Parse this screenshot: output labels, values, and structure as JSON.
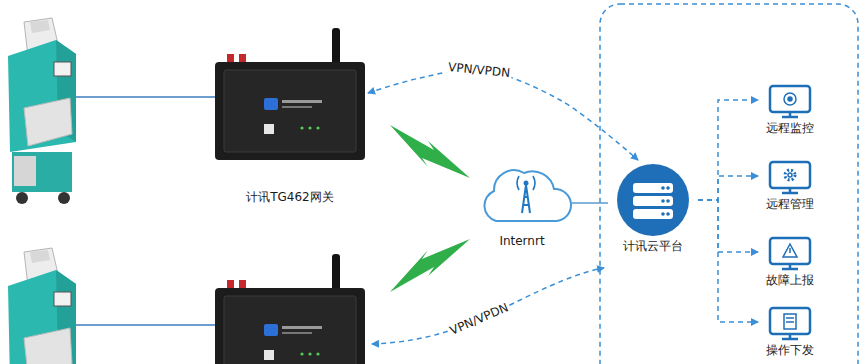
{
  "diagram": {
    "nodes": [
      {
        "text": [
          "计讯TG462网关"
        ]
      },
      {
        "text": [
          "Internrt"
        ]
      },
      {
        "text": [
          "计讯云平台"
        ]
      },
      {
        "text": [
          "远程监控"
        ]
      },
      {
        "text": [
          "远程管理"
        ]
      },
      {
        "text": [
          "故障上报"
        ]
      },
      {
        "text": [
          "操作下发"
        ]
      }
    ],
    "edges": [
      {
        "from": 0,
        "to": 2,
        "label": "VPN/VPDN",
        "arrow": "both"
      },
      {
        "from": 1,
        "to": 2,
        "arrow": "none"
      },
      {
        "from": 2,
        "to": 3,
        "arrow": "to"
      },
      {
        "from": 2,
        "to": 4,
        "arrow": "to"
      },
      {
        "from": 2,
        "to": 5,
        "arrow": "to"
      },
      {
        "from": 2,
        "to": 6,
        "arrow": "to"
      }
    ],
    "labels": [
      "VPN/VPDN"
    ]
  }
}
